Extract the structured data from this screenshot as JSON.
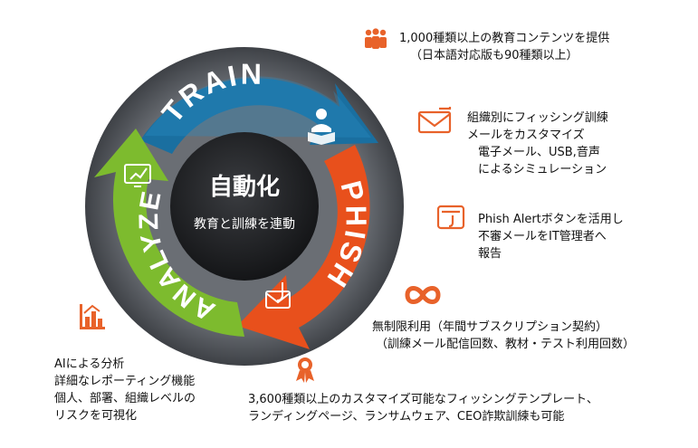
{
  "cycle": {
    "center_title": "自動化",
    "center_subtitle": "教育と訓練を連動",
    "stages": [
      {
        "label": "TRAIN",
        "color": "#1a6fa0"
      },
      {
        "label": "PHISH",
        "color": "#e8501c"
      },
      {
        "label": "ANALYZE",
        "color": "#7dbb2e"
      }
    ],
    "ring_color": "#555a60",
    "hub_color": "#1a1b1d"
  },
  "accent_color": "#e8622a",
  "features": {
    "content": {
      "icon": "people-group-icon",
      "lines": [
        "1,000種類以上の教育コンテンツを提供",
        "（日本語対応版も90種類以上）"
      ]
    },
    "custom_mail": {
      "icon": "mail-icon",
      "lines": [
        "組織別にフィッシング訓練",
        "メールをカスタマイズ",
        "電子メール、USB,音声",
        "によるシミュレーション"
      ]
    },
    "phish_alert": {
      "icon": "alert-button-icon",
      "lines": [
        "Phish Alertボタンを活用し",
        "不審メールをIT管理者へ",
        "報告"
      ]
    },
    "unlimited": {
      "icon": "infinity-icon",
      "lines": [
        "無制限利用（年間サブスクリプション契約）",
        "（訓練メール配信回数、教材・テスト利用回数）"
      ]
    },
    "templates": {
      "icon": "award-ribbon-icon",
      "lines": [
        "3,600種類以上のカスタマイズ可能なフィッシングテンプレート、",
        "ランディングページ、ランサムウェア、CEO詐欺訓練も可能"
      ]
    },
    "analysis": {
      "icon": "bar-chart-icon",
      "lines": [
        "AIによる分析",
        "詳細なレポーティング機能",
        "個人、部署、組織レベルの",
        "リスクを可視化"
      ]
    }
  }
}
